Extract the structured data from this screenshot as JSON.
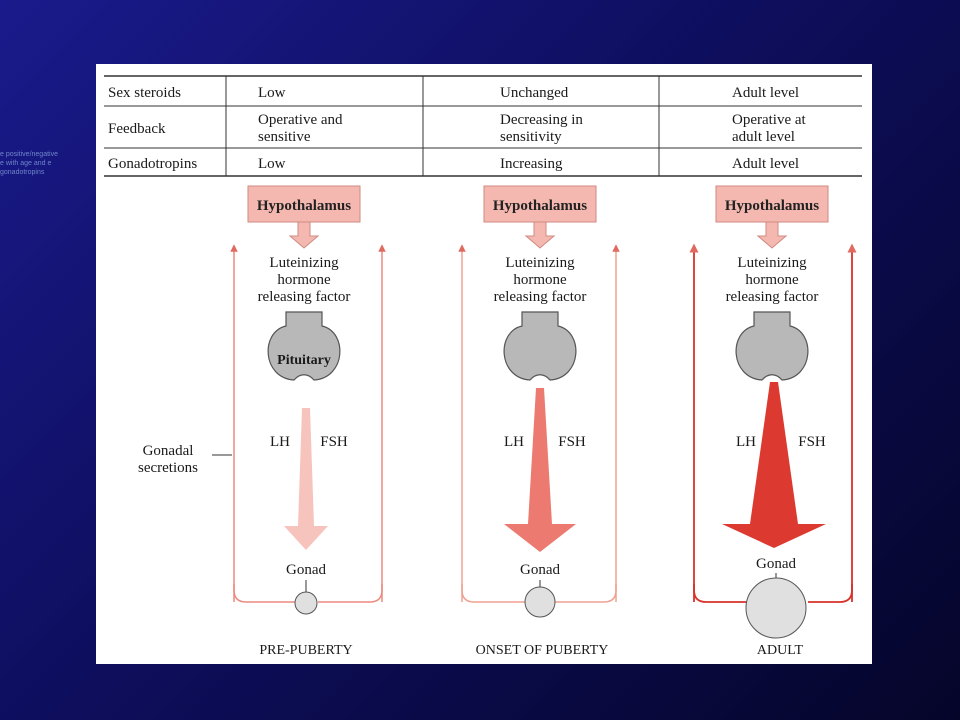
{
  "table": {
    "rows": [
      {
        "label": "Sex steroids",
        "cells": [
          "Low",
          "Unchanged",
          "Adult level"
        ]
      },
      {
        "label": "Feedback",
        "cells": [
          "Operative and sensitive",
          "Decreasing in sensitivity",
          "Operative at adult level"
        ]
      },
      {
        "label": "Gonadotropins",
        "cells": [
          "Low",
          "Increasing",
          "Adult level"
        ]
      }
    ]
  },
  "diagram": {
    "hypothalamus_label": "Hypothalamus",
    "releasing_factor_lines": [
      "Luteinizing",
      "hormone",
      "releasing factor"
    ],
    "pituitary_label": "Pituitary",
    "lh_label": "LH",
    "fsh_label": "FSH",
    "gonad_label": "Gonad",
    "gonadal_secretions_lines": [
      "Gonadal",
      "secretions"
    ],
    "stages": [
      "PRE-PUBERTY",
      "ONSET OF PUBERTY",
      "ADULT"
    ]
  },
  "colors": {
    "background": "#10107a",
    "hypothalamus_box": "#f4b8b0",
    "loop_pre": "#ec8a80",
    "loop_onset": "#f0a090",
    "loop_adult": "#d8322a",
    "arrow_pre": "#f6c4bc",
    "arrow_onset": "#ec7a70",
    "arrow_adult": "#dc3a30",
    "pituitary": "#b8b8b8",
    "gonad": "#e0e0e0"
  },
  "stray_text_lines": [
    "e positive/negative",
    "e with age and e",
    "gonadotropins"
  ]
}
